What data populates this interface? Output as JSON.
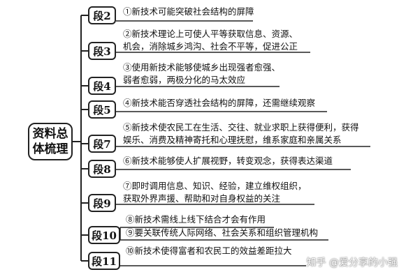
{
  "root": {
    "line1": "资料总",
    "line2": "体梳理"
  },
  "segments": [
    {
      "label": "段2",
      "lines": [
        "①新技术可能突破社会结构的屏障"
      ]
    },
    {
      "label": "段3",
      "lines": [
        "②新技术理论上可使人平等获取信息、资源、",
        "机会，消除城乡鸿沟、社会不平等，促进公正"
      ]
    },
    {
      "label": "段4",
      "lines": [
        "③使用新技术能够使城乡出现强者愈强、",
        "弱者愈弱，两极分化的马太效应"
      ]
    },
    {
      "label": "段5",
      "lines": [
        "④新技术能否穿透社会结构的屏障，还需继续观察"
      ]
    },
    {
      "label": "段7",
      "lines": [
        "⑤新技术使农民工在生活、交往、就业求职上获得便利，获得",
        "娱乐、消费及精神寄托和心理抚慰，维系家庭和亲属关系"
      ]
    },
    {
      "label": "段8",
      "lines": [
        "⑥新技术能够使人扩展视野，转变观念，获得表达渠道"
      ]
    },
    {
      "label": "段9",
      "lines": [
        "⑦即时调用信息、知识、经验，建立维权组织，",
        "获取外界声援、帮助和对自身权益的关注"
      ]
    },
    {
      "label": "段10",
      "lines": [
        "⑧新技术需线上线下结合才会有作用",
        "⑨要关联传统人际网络、社会关系和组织管理机构"
      ]
    },
    {
      "label": "段11",
      "lines": [
        "⑩新技术使得富者和农民工的效益差距拉大"
      ]
    }
  ],
  "watermark": "知乎 @爱分享的小强"
}
